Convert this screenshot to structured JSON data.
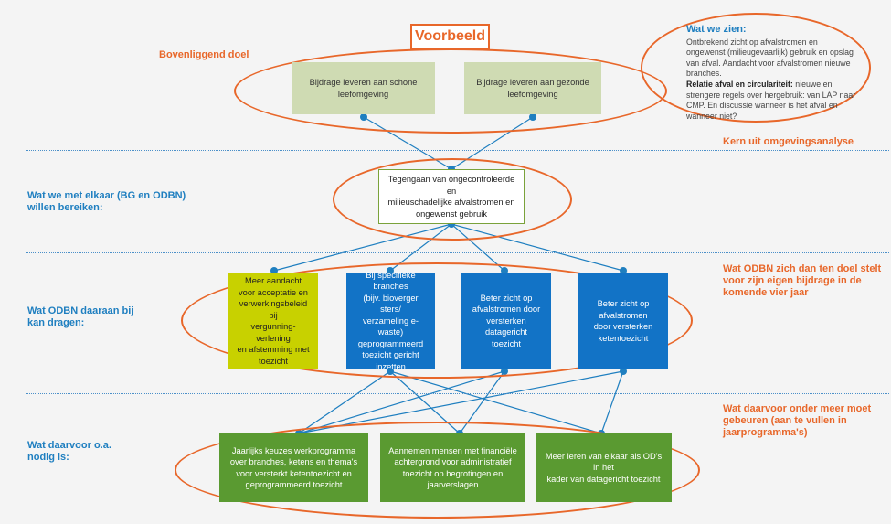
{
  "badge": "Voorbeeld",
  "labels": {
    "bovenliggend": "Bovenliggend doel",
    "kern": "Kern uit omgevingsanalyse",
    "bereiken": "Wat we met elkaar (BG en ODBN)\nwillen bereiken:",
    "bijdragen": "Wat ODBN daaraan bij\nkan dragen:",
    "nodig": "Wat daarvoor o.a.\nnodig is:",
    "doel_stelt": "Wat ODBN zich dan ten doel stelt\nvoor zijn eigen bijdrage in de\nkomende vier jaar",
    "onder_meer": "Wat daarvoor onder meer moet\ngebeuren (aan te vullen in\njaarprogramma's)"
  },
  "info": {
    "title": "Wat we zien:",
    "p1": "Ontbrekend zicht op afvalstromen en ongewenst (milieugevaarlijk) gebruik en opslag van afval. Aandacht voor afvalstromen nieuwe branches.",
    "p2_bold": "Relatie afval en circulariteit:",
    "p2": " nieuwe en strengere regels over hergebruik: van LAP naar CMP. En discussie wanneer is het afval en wanneer niet?"
  },
  "boxes": {
    "top1": "Bijdrage leveren aan schone\nleefomgeving",
    "top2": "Bijdrage leveren aan gezonde\nleefomgeving",
    "mid": "Tegengaan van ongecontroleerde en\nmilieuschadelijke afvalstromen en\nongewenst gebruik",
    "o1": "Meer aandacht\nvoor acceptatie en\nverwerkingsbeleid bij\nvergunning-verlening\nen afstemming met\ntoezicht",
    "o2": "Bij specifieke branches\n(bijv. bioverger sters/\nverzameling e-waste)\ngeprogrammeerd\ntoezicht gericht\ninzetten",
    "o3": "Beter zicht op\nafvalstromen door\nversterken datagericht\ntoezicht",
    "o4": "Beter zicht op\nafvalstromen\ndoor versterken\nketentoezicht",
    "n1": "Jaarlijks keuzes werkprogramma\nover branches, ketens en thema's\nvoor versterkt ketentoezicht en\ngeprogrammeerd toezicht",
    "n2": "Aannemen mensen met financiële\nachtergrond voor administratief\ntoezicht op begrotingen en\njaarverslagen",
    "n3": "Meer leren van elkaar als OD's in het\nkader van datagericht toezicht"
  },
  "colors": {
    "orange": "#e8672a",
    "blue": "#1f7fc0",
    "box_blue": "#1273c6",
    "box_green": "#5a9a31",
    "box_lime": "#c8d100",
    "box_pale": "#cfdbb3"
  }
}
